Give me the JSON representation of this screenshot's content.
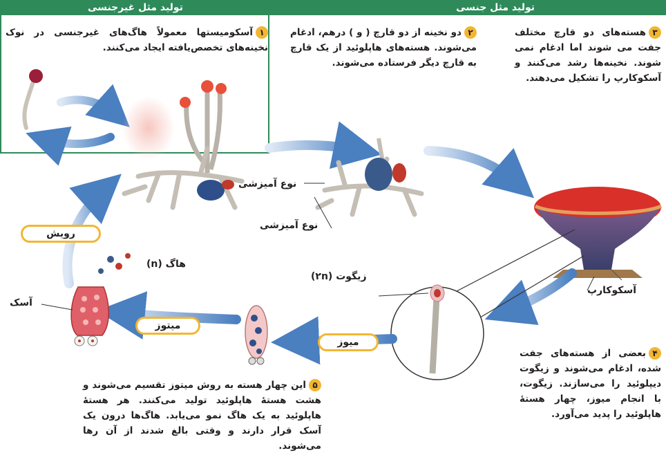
{
  "headers": {
    "asexual": "تولید مثل غیرجنسی",
    "sexual": "تولید مثل جنسی"
  },
  "steps": {
    "s1": {
      "num": "۱",
      "text": "آسکومیستها معمولاً هاگ‌های غیرجنسی در نوک نخینه‌های تخصص‌یافته ایجاد می‌کنند."
    },
    "s2": {
      "num": "۲",
      "text": "دو نخینه از دو قارچ ( و ) درهم، ادغام می‌شوند. هسته‌های هاپلوئید از یک قارچ به قارچ دیگر فرستاده می‌شوند."
    },
    "s3": {
      "num": "۳",
      "text": "هسته‌های دو قارچ مختلف جفت می شوند اما ادغام نمی شوند. نخینه‌ها رشد می‌کنند و آسکوکارپ را تشکیل می‌دهند."
    },
    "s4": {
      "num": "۴",
      "text": "بعضی از هسته‌های جفت شده، ادغام می‌شوند و زیگوت دیپلوئید را می‌سازند. زیگوت، با انجام میوز، چهار هستهٔ هاپلوئید را پدید می‌آورد."
    },
    "s5": {
      "num": "۵",
      "text": "این چهار هسته به روش میتوز تقسیم می‌شوند و هشت هستهٔ هاپلوئید تولید می‌کنند. هر هستهٔ هاپلوئید به یک هاگ نمو می‌یابد. هاگ‌ها درون یک آسک قرار دارند و وقتی بالغ شدند از آن رها می‌شوند."
    }
  },
  "labels": {
    "mating1": "نوع آمیزشی",
    "mating2": "نوع آمیزشی",
    "spore": "هاگ (n)",
    "zygote": "زیگوت (۲n)",
    "ascus": "آسک",
    "ascocarp": "آسکوکارپ"
  },
  "processes": {
    "germination": "رویش",
    "mitosis": "میتوز",
    "meiosis": "میوز"
  },
  "colors": {
    "header_green": "#2f8a5a",
    "arrow_blue": "#5b8fc9",
    "badge_yellow": "#f2b632",
    "ascocarp_red": "#d9302a",
    "nucleus_blue": "#2e4f8a"
  }
}
